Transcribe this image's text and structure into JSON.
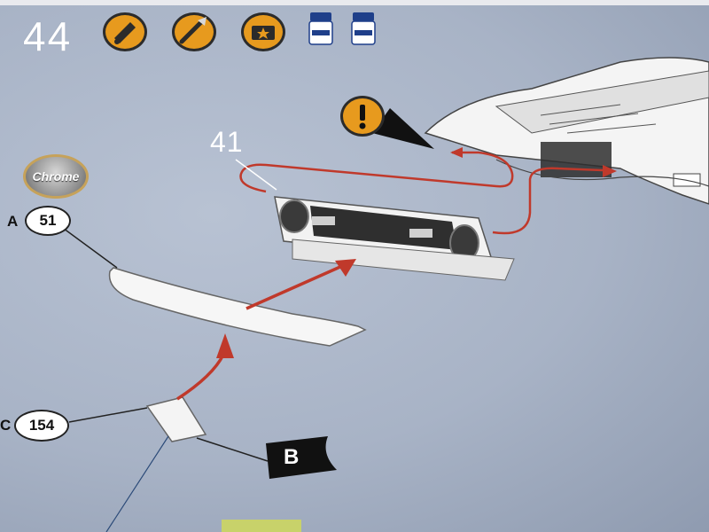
{
  "step": {
    "number": "44"
  },
  "callout": {
    "part_number": "41"
  },
  "parts": {
    "a": {
      "letter": "A",
      "number": "51"
    },
    "c": {
      "letter": "C",
      "number": "154"
    }
  },
  "chrome_badge": {
    "label": "Chrome"
  },
  "flag": {
    "letter": "B"
  },
  "icons": [
    "glue-icon",
    "brush-paint-icon",
    "decal-icon",
    "paint-jar-icon",
    "paint-jar-icon",
    "warning-icon"
  ],
  "colors": {
    "background": "#a9b4c6",
    "accent": "#e79a1e",
    "arrow": "#c0392b"
  }
}
